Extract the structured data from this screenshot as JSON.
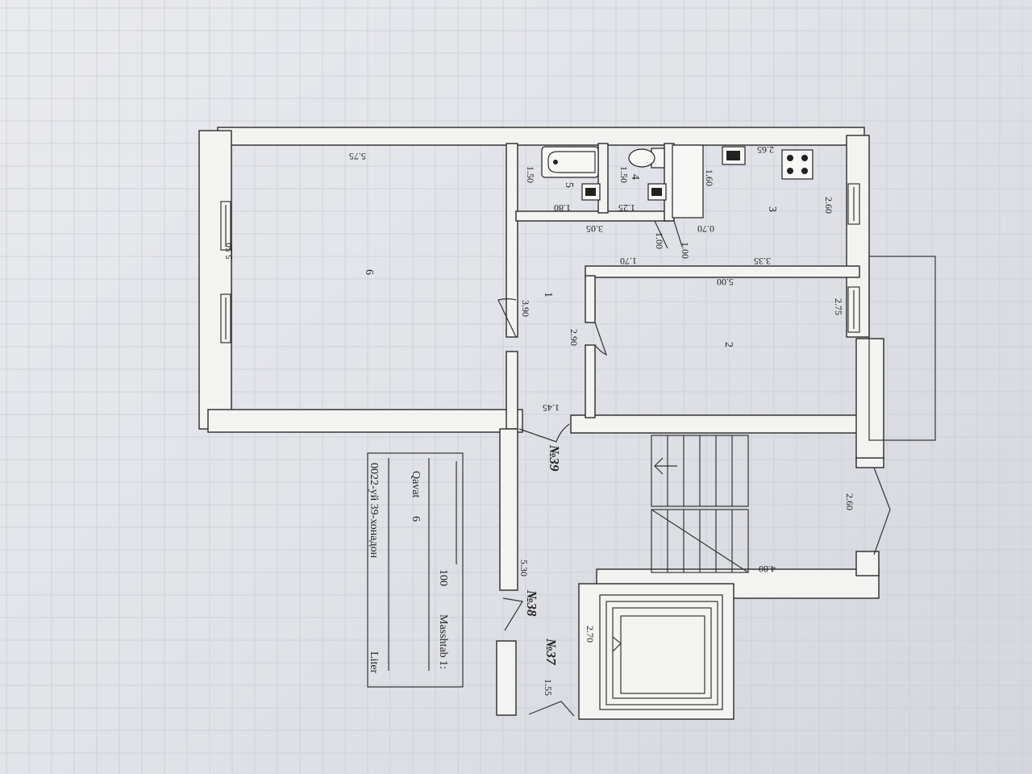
{
  "stamp": {
    "liter_label": "Liter",
    "liter_value": "0022-уй 39-хонадон",
    "floor_value": "6",
    "floor_label": "Qavat",
    "scale_label": "Masshtab 1:",
    "scale_value": "100"
  },
  "rooms": {
    "r1": "1",
    "r2": "2",
    "r3": "3",
    "r4": "4",
    "r5": "5",
    "r6": "6"
  },
  "apartments": {
    "a39": "№39",
    "a38": "№38",
    "a37": "№37"
  },
  "dimensions": {
    "room6_length": "5.75",
    "room6_width": "5.50",
    "room5_width": "1.50",
    "room5_length": "1.80",
    "room4_width": "1.50",
    "room4_length": "1.25",
    "bath_block_length": "3.05",
    "corridor_length": "3.90",
    "corridor_small": "1.00",
    "corridor_small_b": "1.00",
    "corridor_070": "0.70",
    "corridor_170": "1.70",
    "corridor_145": "1.45",
    "room3_length": "2.65",
    "room3_width_a": "1.60",
    "room3_width_b": "2.60",
    "room3_335": "3.35",
    "room2_length": "5.00",
    "room2_width": "2.75",
    "room2_290": "2.90",
    "stair_260": "2.60",
    "stair_480": "4.80",
    "hall_530": "5.30",
    "lift_270": "2.70",
    "hall_155": "1.55"
  }
}
